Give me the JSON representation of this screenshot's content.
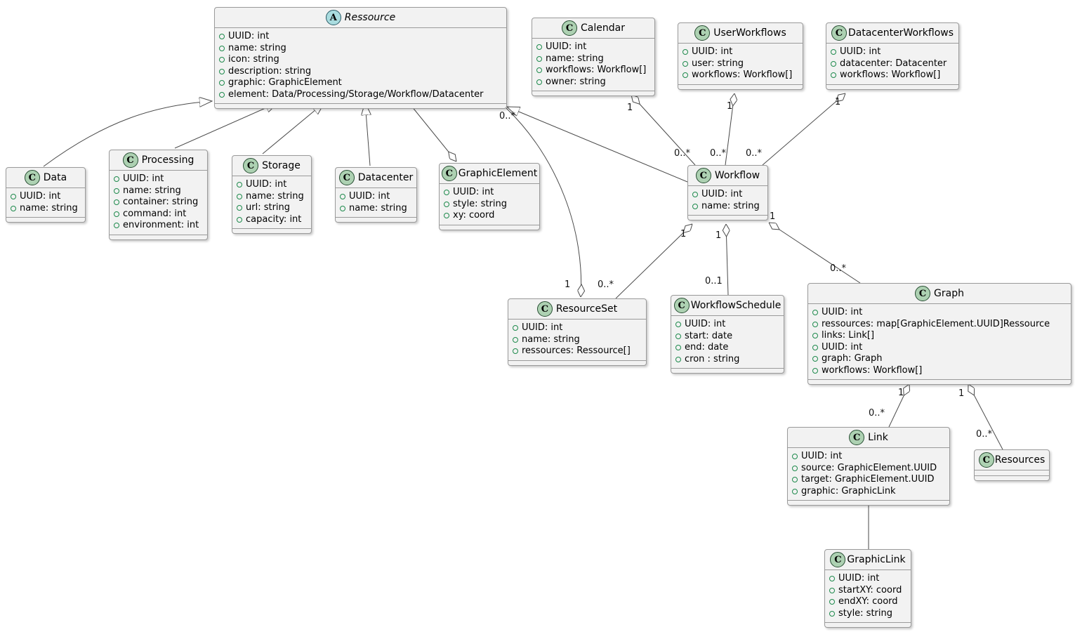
{
  "diagram_type": "uml-class-diagram",
  "colors": {
    "background": "#ffffff",
    "class_fill": "#f2f2f2",
    "class_border": "#9a9a9a",
    "class_circle_fill": "#add1b2",
    "abstract_circle_fill": "#a9dcdf",
    "field_dot": "#1e8a4c",
    "edge_line": "#4a4a4a"
  },
  "classes": {
    "ressource": {
      "badge": "A",
      "name": "Ressource",
      "attrs": [
        "UUID: int",
        "name: string",
        "icon: string",
        "description: string",
        "graphic: GraphicElement",
        "element: Data/Processing/Storage/Workflow/Datacenter"
      ]
    },
    "calendar": {
      "badge": "C",
      "name": "Calendar",
      "attrs": [
        "UUID: int",
        "name: string",
        "workflows: Workflow[]",
        "owner: string"
      ]
    },
    "user_workflows": {
      "badge": "C",
      "name": "UserWorkflows",
      "attrs": [
        "UUID: int",
        "user: string",
        "workflows: Workflow[]"
      ]
    },
    "datacenter_workflows": {
      "badge": "C",
      "name": "DatacenterWorkflows",
      "attrs": [
        "UUID: int",
        "datacenter: Datacenter",
        "workflows: Workflow[]"
      ]
    },
    "data": {
      "badge": "C",
      "name": "Data",
      "attrs": [
        "UUID: int",
        "name: string"
      ]
    },
    "processing": {
      "badge": "C",
      "name": "Processing",
      "attrs": [
        "UUID: int",
        "name: string",
        "container: string",
        "command: int",
        "environment: int"
      ]
    },
    "storage": {
      "badge": "C",
      "name": "Storage",
      "attrs": [
        "UUID: int",
        "name: string",
        "url: string",
        "capacity: int"
      ]
    },
    "datacenter": {
      "badge": "C",
      "name": "Datacenter",
      "attrs": [
        "UUID: int",
        "name: string"
      ]
    },
    "graphic_element": {
      "badge": "C",
      "name": "GraphicElement",
      "attrs": [
        "UUID: int",
        "style: string",
        "xy: coord"
      ]
    },
    "workflow": {
      "badge": "C",
      "name": "Workflow",
      "attrs": [
        "UUID: int",
        "name: string"
      ]
    },
    "resource_set": {
      "badge": "C",
      "name": "ResourceSet",
      "attrs": [
        "UUID: int",
        "name: string",
        "ressources: Ressource[]"
      ]
    },
    "workflow_schedule": {
      "badge": "C",
      "name": "WorkflowSchedule",
      "attrs": [
        "UUID: int",
        "start: date",
        "end: date",
        "cron : string"
      ]
    },
    "graph": {
      "badge": "C",
      "name": "Graph",
      "attrs": [
        "UUID: int",
        "ressources: map[GraphicElement.UUID]Ressource",
        "links: Link[]",
        "UUID: int",
        "graph: Graph",
        "workflows: Workflow[]"
      ]
    },
    "link": {
      "badge": "C",
      "name": "Link",
      "attrs": [
        "UUID: int",
        "source: GraphicElement.UUID",
        "target: GraphicElement.UUID",
        "graphic: GraphicLink"
      ]
    },
    "resources": {
      "badge": "C",
      "name": "Resources",
      "attrs": []
    },
    "graphic_link": {
      "badge": "C",
      "name": "GraphicLink",
      "attrs": [
        "UUID: int",
        "startXY: coord",
        "endXY: coord",
        "style: string"
      ]
    }
  },
  "edges": {
    "calendar_workflow": {
      "type": "aggregation",
      "source": "Calendar",
      "target": "Workflow",
      "source_mult": "1",
      "target_mult": "0..*"
    },
    "userworkflows_workflow": {
      "type": "aggregation",
      "source": "UserWorkflows",
      "target": "Workflow",
      "source_mult": "1",
      "target_mult": "0..*"
    },
    "datacenterworkflows_workflow": {
      "type": "aggregation",
      "source": "DatacenterWorkflows",
      "target": "Workflow",
      "source_mult": "1",
      "target_mult": "0..*"
    },
    "data_ressource": {
      "type": "generalization",
      "source": "Data",
      "target": "Ressource"
    },
    "processing_ressource": {
      "type": "generalization",
      "source": "Processing",
      "target": "Ressource"
    },
    "storage_ressource": {
      "type": "generalization",
      "source": "Storage",
      "target": "Ressource"
    },
    "datacenter_ressource": {
      "type": "generalization",
      "source": "Datacenter",
      "target": "Ressource"
    },
    "workflow_ressource": {
      "type": "generalization",
      "source": "Workflow",
      "target": "Ressource"
    },
    "graphicelement_ressource": {
      "type": "aggregation",
      "source": "GraphicElement",
      "target": "Ressource"
    },
    "resourceset_ressource": {
      "type": "aggregation",
      "source": "ResourceSet",
      "target": "Ressource",
      "source_mult": "1",
      "target_mult": "0..*"
    },
    "workflow_resourceset": {
      "type": "aggregation",
      "source": "Workflow",
      "target": "ResourceSet",
      "source_mult": "1",
      "target_mult": "0..*"
    },
    "workflow_workflowschedule": {
      "type": "aggregation",
      "source": "Workflow",
      "target": "WorkflowSchedule",
      "source_mult": "1",
      "target_mult": "0..1"
    },
    "workflow_graph": {
      "type": "aggregation",
      "source": "Workflow",
      "target": "Graph",
      "source_mult": "1",
      "target_mult": "0..*"
    },
    "graph_link": {
      "type": "aggregation",
      "source": "Graph",
      "target": "Link",
      "source_mult": "1",
      "target_mult": "0..*"
    },
    "graph_resources": {
      "type": "aggregation",
      "source": "Graph",
      "target": "Resources",
      "source_mult": "1",
      "target_mult": "0..*"
    },
    "link_graphiclink": {
      "type": "association",
      "source": "Link",
      "target": "GraphicLink"
    }
  }
}
